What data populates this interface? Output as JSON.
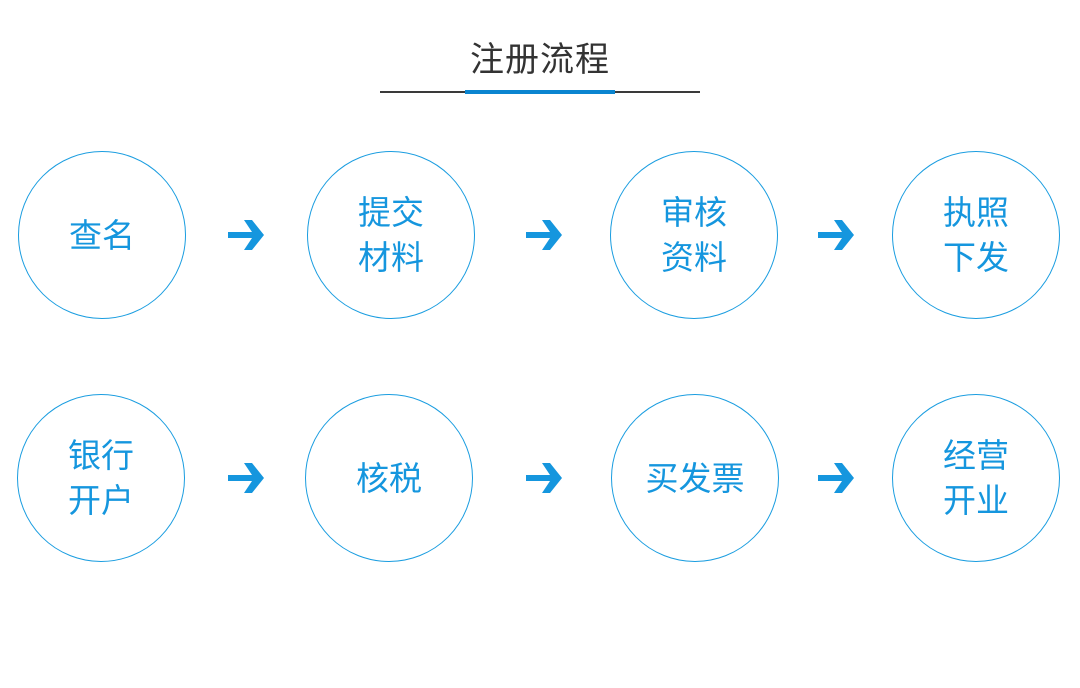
{
  "title": "注册流程",
  "colors": {
    "accent": "#1596de",
    "underline": "#0a85d0",
    "title": "#333333"
  },
  "rows": [
    {
      "steps": [
        {
          "lines": [
            "查名"
          ]
        },
        {
          "lines": [
            "提交",
            "材料"
          ]
        },
        {
          "lines": [
            "审核",
            "资料"
          ]
        },
        {
          "lines": [
            "执照",
            "下发"
          ]
        }
      ]
    },
    {
      "steps": [
        {
          "lines": [
            "银行",
            "开户"
          ]
        },
        {
          "lines": [
            "核税"
          ]
        },
        {
          "lines": [
            "买发票"
          ]
        },
        {
          "lines": [
            "经营",
            "开业"
          ]
        }
      ]
    }
  ],
  "arrow_icon": "arrow-right-icon"
}
